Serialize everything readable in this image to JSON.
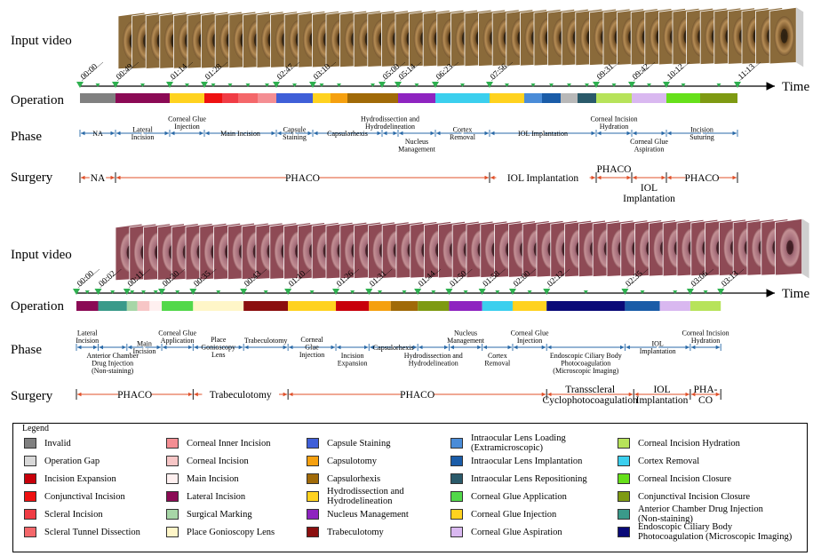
{
  "top": {
    "input_label": "Input video",
    "operation_label": "Operation",
    "phase_label": "Phase",
    "surgery_label": "Surgery",
    "time_label": "Time",
    "timestamps": [
      "00:00",
      "00:49",
      "01:14",
      "01:28",
      "02:47",
      "03:10",
      "05:00",
      "05:14",
      "06:23",
      "07:56",
      "09:31",
      "09:42",
      "10:12",
      "11:13"
    ],
    "operation_segments": [
      {
        "start": 0,
        "end": 40,
        "color": "#808080"
      },
      {
        "start": 40,
        "end": 101,
        "color": "#8b0a55"
      },
      {
        "start": 101,
        "end": 140,
        "color": "#ffd21f"
      },
      {
        "start": 140,
        "end": 160,
        "color": "#ee1111"
      },
      {
        "start": 160,
        "end": 178,
        "color": "#f03c45"
      },
      {
        "start": 178,
        "end": 200,
        "color": "#f4676a"
      },
      {
        "start": 200,
        "end": 221,
        "color": "#f48e93"
      },
      {
        "start": 221,
        "end": 262,
        "color": "#3f5fd8"
      },
      {
        "start": 262,
        "end": 282,
        "color": "#ffd21f"
      },
      {
        "start": 282,
        "end": 301,
        "color": "#f5a00f"
      },
      {
        "start": 301,
        "end": 358,
        "color": "#a06a08"
      },
      {
        "start": 358,
        "end": 400,
        "color": "#8e24c0"
      },
      {
        "start": 400,
        "end": 461,
        "color": "#3bcfee"
      },
      {
        "start": 461,
        "end": 500,
        "color": "#ffd21f"
      },
      {
        "start": 500,
        "end": 520,
        "color": "#4a8cd8"
      },
      {
        "start": 520,
        "end": 541,
        "color": "#1a5ca8"
      },
      {
        "start": 541,
        "end": 560,
        "color": "#b8b8b8"
      },
      {
        "start": 560,
        "end": 581,
        "color": "#2a5a6a"
      },
      {
        "start": 581,
        "end": 621,
        "color": "#b7e35a"
      },
      {
        "start": 621,
        "end": 660,
        "color": "#d9b8f0"
      },
      {
        "start": 660,
        "end": 698,
        "color": "#66e01a"
      },
      {
        "start": 698,
        "end": 740,
        "color": "#7e9a12"
      }
    ],
    "phase_segments": [
      {
        "start": 0,
        "end": 40,
        "label": "NA",
        "pos": "mid"
      },
      {
        "start": 40,
        "end": 101,
        "label": "Lateral\nIncision",
        "pos": "mid"
      },
      {
        "start": 101,
        "end": 140,
        "label": "Corneal Glue\nInjection",
        "pos": "above"
      },
      {
        "start": 140,
        "end": 221,
        "label": "Main Incision",
        "pos": "mid"
      },
      {
        "start": 221,
        "end": 262,
        "label": "Capsule\nStaining",
        "pos": "mid"
      },
      {
        "start": 262,
        "end": 340,
        "label": "Capsulorhexis",
        "pos": "mid"
      },
      {
        "start": 340,
        "end": 358,
        "label": "Hydrodissection and\nHydrodelineation",
        "pos": "above"
      },
      {
        "start": 358,
        "end": 400,
        "label": "Nucleus\nManagement",
        "pos": "below"
      },
      {
        "start": 400,
        "end": 461,
        "label": "Cortex\nRemoval",
        "pos": "mid"
      },
      {
        "start": 461,
        "end": 581,
        "label": "IOL Implantation",
        "pos": "mid"
      },
      {
        "start": 581,
        "end": 621,
        "label": "Corneal Incision\nHydration",
        "pos": "above"
      },
      {
        "start": 621,
        "end": 660,
        "label": "Corneal Glue\nAspiration",
        "pos": "below"
      },
      {
        "start": 660,
        "end": 740,
        "label": "Incision\nSuturing",
        "pos": "mid"
      }
    ],
    "surgery_segments": [
      {
        "start": 0,
        "end": 40,
        "label": "NA",
        "pos": "mid"
      },
      {
        "start": 40,
        "end": 461,
        "label": "PHACO",
        "pos": "mid"
      },
      {
        "start": 461,
        "end": 581,
        "label": "IOL Implantation",
        "pos": "mid"
      },
      {
        "start": 581,
        "end": 621,
        "label": "PHACO",
        "pos": "above"
      },
      {
        "start": 621,
        "end": 660,
        "label": "IOL\nImplantation",
        "pos": "below"
      },
      {
        "start": 660,
        "end": 740,
        "label": "PHACO",
        "pos": "mid"
      }
    ]
  },
  "bottom": {
    "input_label": "Input video",
    "operation_label": "Operation",
    "phase_label": "Phase",
    "surgery_label": "Surgery",
    "time_label": "Time",
    "timestamps": [
      "00:00",
      "00:02",
      "00:11",
      "00:30",
      "00:35",
      "00:43",
      "01:10",
      "01:26",
      "01:31",
      "01:44",
      "01:50",
      "01:58",
      "02:00",
      "02:12",
      "02:35",
      "03:06",
      "03:13"
    ],
    "operation_segments": [
      {
        "start": 0,
        "end": 25,
        "color": "#8b0a55"
      },
      {
        "start": 25,
        "end": 58,
        "color": "#3a9a8a"
      },
      {
        "start": 58,
        "end": 70,
        "color": "#a7d6a7"
      },
      {
        "start": 70,
        "end": 84,
        "color": "#f7c6c6"
      },
      {
        "start": 84,
        "end": 98,
        "color": "#fff0f0"
      },
      {
        "start": 98,
        "end": 134,
        "color": "#52d84a"
      },
      {
        "start": 134,
        "end": 192,
        "color": "#fff6c8"
      },
      {
        "start": 192,
        "end": 243,
        "color": "#8b0f0f"
      },
      {
        "start": 243,
        "end": 298,
        "color": "#ffd21f"
      },
      {
        "start": 298,
        "end": 336,
        "color": "#c8000a"
      },
      {
        "start": 336,
        "end": 361,
        "color": "#f5a00f"
      },
      {
        "start": 361,
        "end": 392,
        "color": "#a06a08"
      },
      {
        "start": 392,
        "end": 428,
        "color": "#7e9a12"
      },
      {
        "start": 428,
        "end": 466,
        "color": "#8e24c0"
      },
      {
        "start": 466,
        "end": 501,
        "color": "#3bcfee"
      },
      {
        "start": 501,
        "end": 540,
        "color": "#ffd21f"
      },
      {
        "start": 540,
        "end": 630,
        "color": "#0a0a78"
      },
      {
        "start": 630,
        "end": 670,
        "color": "#1a5ca8"
      },
      {
        "start": 670,
        "end": 705,
        "color": "#d9b8f0"
      },
      {
        "start": 705,
        "end": 740,
        "color": "#b7e35a"
      }
    ],
    "phase_segments": [
      {
        "start": 0,
        "end": 25,
        "label": "Lateral\nIncision",
        "pos": "above"
      },
      {
        "start": 25,
        "end": 58,
        "label": "Anterior Chamber\nDrug Injection\n(Non-staining)",
        "pos": "below"
      },
      {
        "start": 58,
        "end": 98,
        "label": "Main\nIncision",
        "pos": "mid"
      },
      {
        "start": 98,
        "end": 134,
        "label": "Corneal Glue\nApplication",
        "pos": "above"
      },
      {
        "start": 134,
        "end": 192,
        "label": "Place\nGonioscopy\nLens",
        "pos": "mid"
      },
      {
        "start": 192,
        "end": 243,
        "label": "Trabeculotomy",
        "pos": "above"
      },
      {
        "start": 243,
        "end": 298,
        "label": "Corneal\nGlue\nInjection",
        "pos": "mid"
      },
      {
        "start": 298,
        "end": 336,
        "label": "Incision\nExpansion",
        "pos": "below"
      },
      {
        "start": 336,
        "end": 392,
        "label": "Capsulorhexis",
        "pos": "mid"
      },
      {
        "start": 392,
        "end": 428,
        "label": "Hydrodissection and\nHydrodelineation",
        "pos": "below"
      },
      {
        "start": 428,
        "end": 466,
        "label": "Nucleus\nManagement",
        "pos": "above"
      },
      {
        "start": 466,
        "end": 501,
        "label": "Cortex\nRemoval",
        "pos": "below"
      },
      {
        "start": 501,
        "end": 540,
        "label": "Corneal Glue\nInjection",
        "pos": "above"
      },
      {
        "start": 540,
        "end": 630,
        "label": "Endoscopic Ciliary Body\nPhotocoagulation\n(Microscopic Imaging)",
        "pos": "below"
      },
      {
        "start": 630,
        "end": 705,
        "label": "IOL\nImplantation",
        "pos": "mid"
      },
      {
        "start": 705,
        "end": 740,
        "label": "Corneal Incision\nHydration",
        "pos": "above"
      }
    ],
    "surgery_segments": [
      {
        "start": 0,
        "end": 134,
        "label": "PHACO",
        "pos": "mid"
      },
      {
        "start": 134,
        "end": 243,
        "label": "Trabeculotomy",
        "pos": "mid"
      },
      {
        "start": 243,
        "end": 540,
        "label": "PHACO",
        "pos": "mid"
      },
      {
        "start": 540,
        "end": 640,
        "label": "Transscleral\nCyclophotocoagulation",
        "pos": "mid"
      },
      {
        "start": 640,
        "end": 705,
        "label": "IOL\nImplantation",
        "pos": "mid"
      },
      {
        "start": 705,
        "end": 740,
        "label": "PHA-\nCO",
        "pos": "mid"
      }
    ]
  },
  "legend": {
    "title": "Legend",
    "items": [
      {
        "label": "Invalid",
        "color": "#808080"
      },
      {
        "label": "Operation Gap",
        "color": "#d8d8d8"
      },
      {
        "label": "Incision Expansion",
        "color": "#c8000a"
      },
      {
        "label": "Conjunctival Incision",
        "color": "#ee1111"
      },
      {
        "label": "Scleral Incision",
        "color": "#f03c45"
      },
      {
        "label": "Scleral Tunnel Dissection",
        "color": "#f4676a"
      },
      {
        "label": "Corneal Inner Incision",
        "color": "#f48e93"
      },
      {
        "label": "Corneal Incision",
        "color": "#f7c6c6"
      },
      {
        "label": "Main Incision",
        "color": "#fff0f0"
      },
      {
        "label": "Lateral Incision",
        "color": "#8b0a55"
      },
      {
        "label": "Surgical Marking",
        "color": "#a7d6a7"
      },
      {
        "label": "Place Gonioscopy Lens",
        "color": "#fff6c8"
      },
      {
        "label": "Capsule Staining",
        "color": "#3f5fd8"
      },
      {
        "label": "Capsulotomy",
        "color": "#f5a00f"
      },
      {
        "label": "Capsulorhexis",
        "color": "#a06a08"
      },
      {
        "label": "Hydrodissection and\nHydrodelineation",
        "color": "#ffd21f"
      },
      {
        "label": "Nucleus Management",
        "color": "#8e24c0"
      },
      {
        "label": "Trabeculotomy",
        "color": "#8b0f0f"
      },
      {
        "label": "Intraocular Lens Loading\n(Extramicroscopic)",
        "color": "#4a8cd8"
      },
      {
        "label": "Intraocular Lens Implantation",
        "color": "#1a5ca8"
      },
      {
        "label": "Intraocular Lens Repositioning",
        "color": "#2a5a6a"
      },
      {
        "label": "Corneal Glue Application",
        "color": "#52d84a"
      },
      {
        "label": "Corneal Glue Injection",
        "color": "#ffd21f"
      },
      {
        "label": "Corneal Glue Aspiration",
        "color": "#d9b8f0"
      },
      {
        "label": "Corneal Incision Hydration",
        "color": "#b7e35a"
      },
      {
        "label": "Cortex Removal",
        "color": "#3bcfee"
      },
      {
        "label": "Corneal Incision Closure",
        "color": "#66e01a"
      },
      {
        "label": "Conjunctival Incision Closure",
        "color": "#7e9a12"
      },
      {
        "label": "Anterior Chamber Drug Injection\n(Non-staining)",
        "color": "#3a9a8a"
      },
      {
        "label": "Endoscopic Ciliary Body\nPhotocoagulation (Microscopic Imaging)",
        "color": "#0a0a78"
      }
    ]
  }
}
